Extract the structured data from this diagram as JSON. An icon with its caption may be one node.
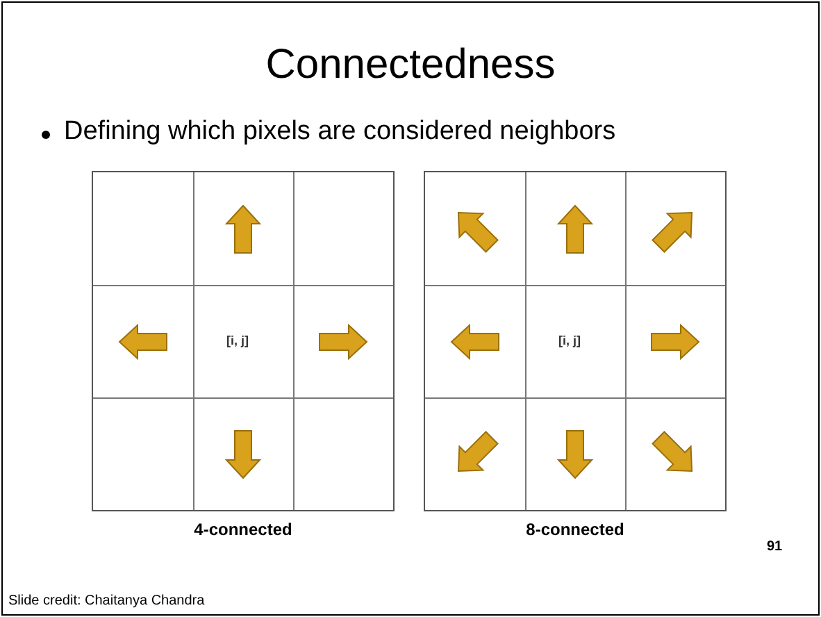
{
  "diagram": {
    "title": "Connectedness",
    "labels": [
      "Defining which pixels are considered neighbors",
      "[i, j]",
      "[i, j]",
      "4-connected",
      "8-connected",
      "91",
      "Slide credit: Chaitanya Chandra"
    ]
  }
}
